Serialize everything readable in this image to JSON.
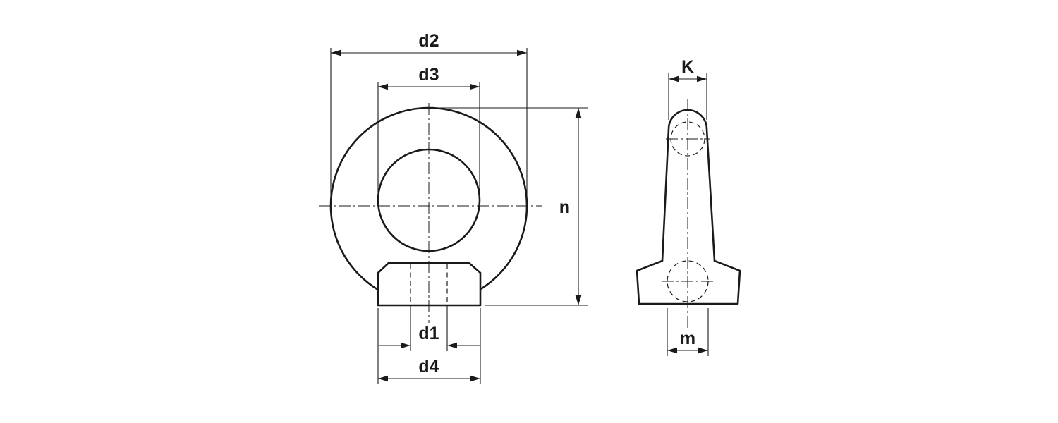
{
  "labels": {
    "d2": "d2",
    "d3": "d3",
    "n": "n",
    "d1": "d1",
    "d4": "d4",
    "k": "K",
    "m": "m"
  },
  "colors": {
    "line": "#1a1a1a",
    "background": "#ffffff"
  }
}
